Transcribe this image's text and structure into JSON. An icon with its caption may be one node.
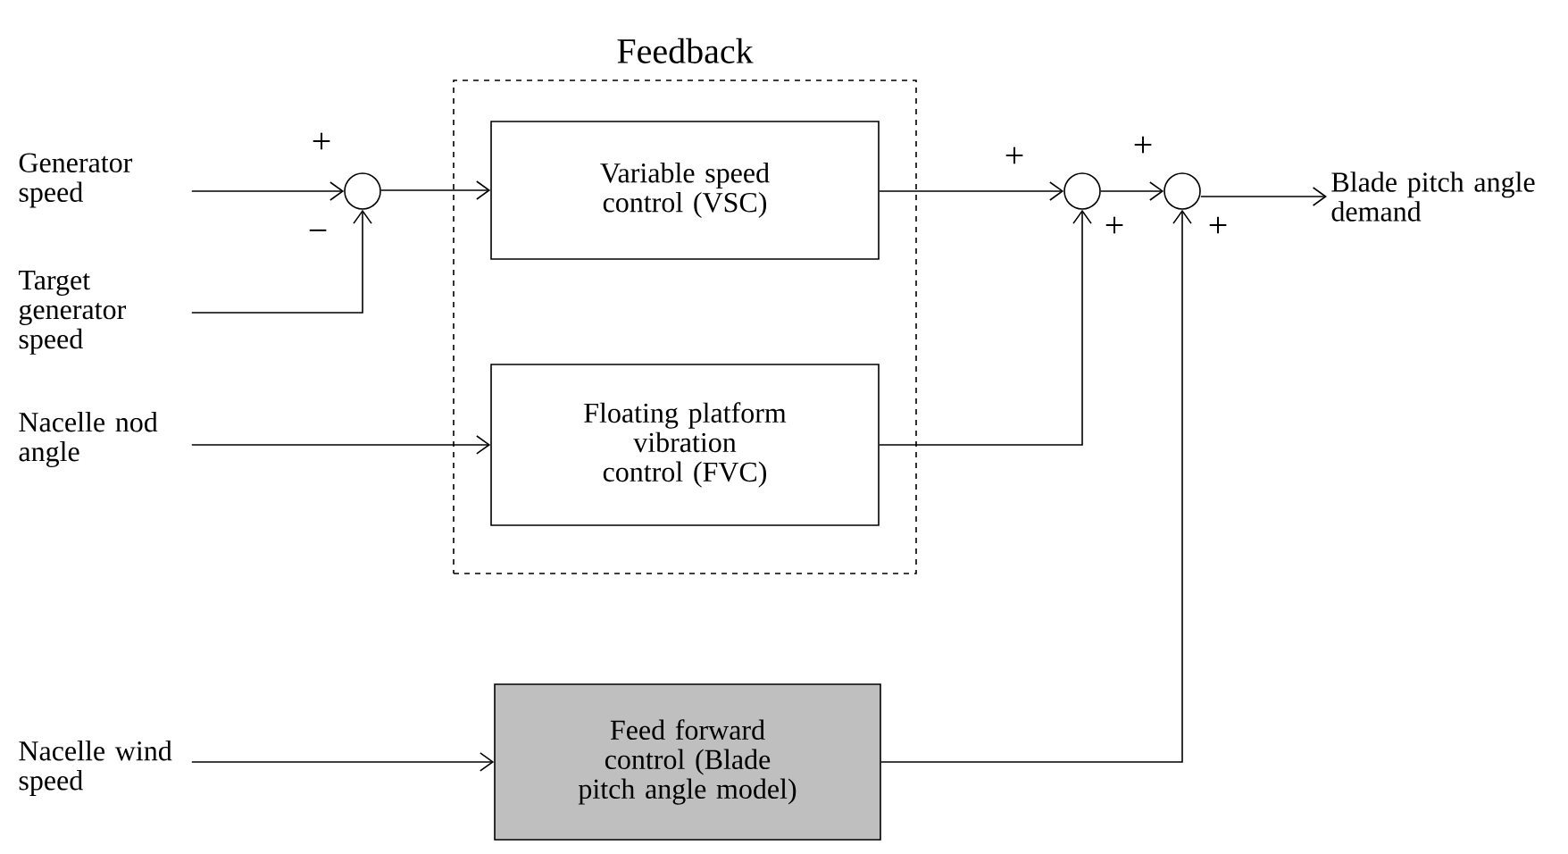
{
  "diagram": {
    "nodes": [
      {
        "text": [
          "Feedback"
        ]
      },
      {
        "text": [
          "Variable speed control (VSC)"
        ],
        "in": 0
      },
      {
        "text": [
          "Floating platform vibration control (FVC)"
        ],
        "in": 0
      },
      {
        "text": [
          "Feed forward control (Blade pitch angle model)"
        ]
      },
      {
        "text": [
          "Generator speed"
        ]
      },
      {
        "text": [
          "Target generator speed"
        ]
      },
      {
        "text": [
          "Nacelle nod angle"
        ]
      },
      {
        "text": [
          "Nacelle wind speed"
        ]
      },
      {
        "text": [
          "Blade pitch angle demand"
        ]
      },
      {
        "text": [],
        "shape": "circle"
      },
      {
        "text": [],
        "shape": "circle"
      },
      {
        "text": [],
        "shape": "circle"
      }
    ],
    "edges": [
      {
        "from": 4,
        "to": 9,
        "arrow": "to",
        "label": "+"
      },
      {
        "from": 5,
        "to": 9,
        "arrow": "to",
        "label": "−"
      },
      {
        "from": 9,
        "to": 1,
        "arrow": "to"
      },
      {
        "from": 6,
        "to": 2,
        "arrow": "to"
      },
      {
        "from": 1,
        "to": 10,
        "arrow": "to",
        "label": "+"
      },
      {
        "from": 2,
        "to": 10,
        "arrow": "to",
        "label": "+"
      },
      {
        "from": 10,
        "to": 11,
        "arrow": "to",
        "label": "+"
      },
      {
        "from": 3,
        "to": 11,
        "arrow": "to",
        "label": "+"
      },
      {
        "from": 11,
        "to": 8,
        "arrow": "to"
      },
      {
        "from": 7,
        "to": 3,
        "arrow": "to"
      }
    ]
  }
}
